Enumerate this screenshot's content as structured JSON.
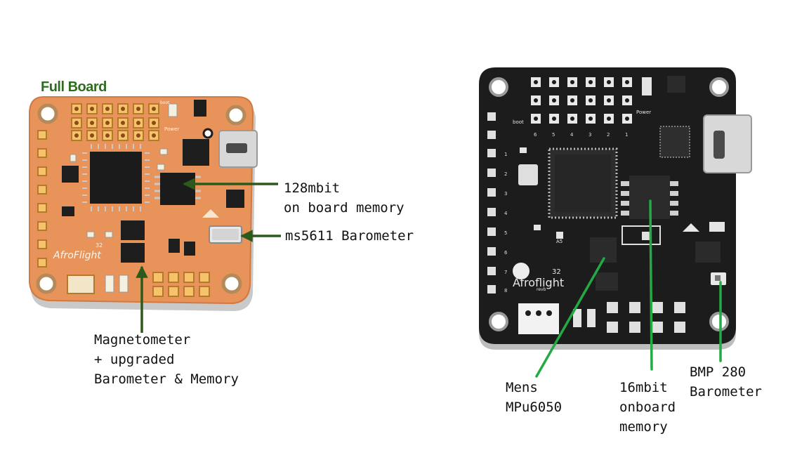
{
  "left_board": {
    "title": "Full Board",
    "silkscreen": {
      "brand": "AfroFlight",
      "rev": "32",
      "power": "Power",
      "boot": "boot"
    },
    "annotations": {
      "flash128": [
        "128mbit",
        "on board memory"
      ],
      "barometer": "ms5611 Barometer",
      "magnetometer": [
        "Magnetometer",
        "+ upgraded",
        "Barometer & Memory"
      ]
    }
  },
  "right_board": {
    "silkscreen": {
      "brand": "Afroflight",
      "rev": "32",
      "revb": "revb",
      "power": "Power",
      "boot": "boot",
      "a5": "A5",
      "pin_numbers": [
        "6",
        "5",
        "4",
        "3",
        "2",
        "1"
      ],
      "side_numbers": [
        "1",
        "2",
        "3",
        "4",
        "5",
        "6",
        "7",
        "8"
      ]
    },
    "annotations": {
      "mpu": [
        "Mens",
        "MPu6050"
      ],
      "flash16": [
        "16mbit",
        "onboard",
        "memory"
      ],
      "bmp": [
        "BMP 280",
        "Barometer"
      ]
    }
  },
  "colors": {
    "orange_pcb": "#e8935a",
    "black_pcb": "#1c1c1c",
    "left_arrow": "#2c5a1c",
    "right_line": "#22aa44",
    "title_green": "#2d6d1e"
  }
}
